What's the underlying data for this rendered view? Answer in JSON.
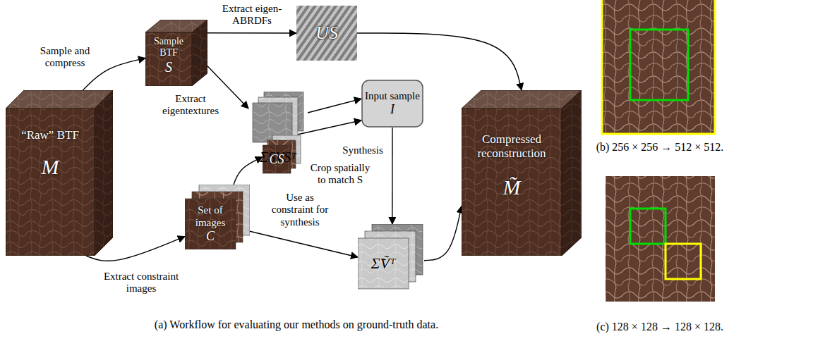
{
  "diagram": {
    "nodes": [
      {
        "text": [
          "“Raw” BTF",
          "M"
        ]
      },
      {
        "text": [
          "Sample BTF",
          "S"
        ]
      },
      {
        "text": [
          "US"
        ]
      },
      {
        "text": [
          "ΣSVSᵀ"
        ]
      },
      {
        "text": [
          "Input sample",
          "I"
        ]
      },
      {
        "text": [
          "CS"
        ]
      },
      {
        "text": [
          "Set of images",
          "C"
        ]
      },
      {
        "text": [
          "Σ̃Ṽᵀ"
        ]
      },
      {
        "text": [
          "Compressed reconstruction",
          "M̃"
        ]
      }
    ],
    "edges": [
      {
        "from": 0,
        "to": 1,
        "arrow": "to",
        "label": "Sample and compress"
      },
      {
        "from": 1,
        "to": 2,
        "arrow": "to",
        "label": "Extract eigen-ABRDFs"
      },
      {
        "from": 1,
        "to": 3,
        "arrow": "to",
        "label": "Extract eigentextures"
      },
      {
        "from": 3,
        "to": 4,
        "arrow": "to"
      },
      {
        "from": 0,
        "to": 6,
        "arrow": "to",
        "label": "Extract constraint images"
      },
      {
        "from": 6,
        "to": 5,
        "arrow": "to",
        "label": "Crop spatially to match S"
      },
      {
        "from": 5,
        "to": 4,
        "arrow": "to"
      },
      {
        "from": 4,
        "to": 7,
        "arrow": "to",
        "label": "Synthesis"
      },
      {
        "from": 6,
        "to": 7,
        "arrow": "to",
        "label": "Use as constraint for synthesis"
      },
      {
        "from": 2,
        "to": 8,
        "arrow": "to"
      },
      {
        "from": 7,
        "to": 8,
        "arrow": "to"
      }
    ],
    "labels": [
      "(a) Workflow for evaluating our methods on ground-truth data.",
      "(b) 256 × 256 → 512 × 512.",
      "(c) 128 × 128 → 128 × 128."
    ]
  }
}
